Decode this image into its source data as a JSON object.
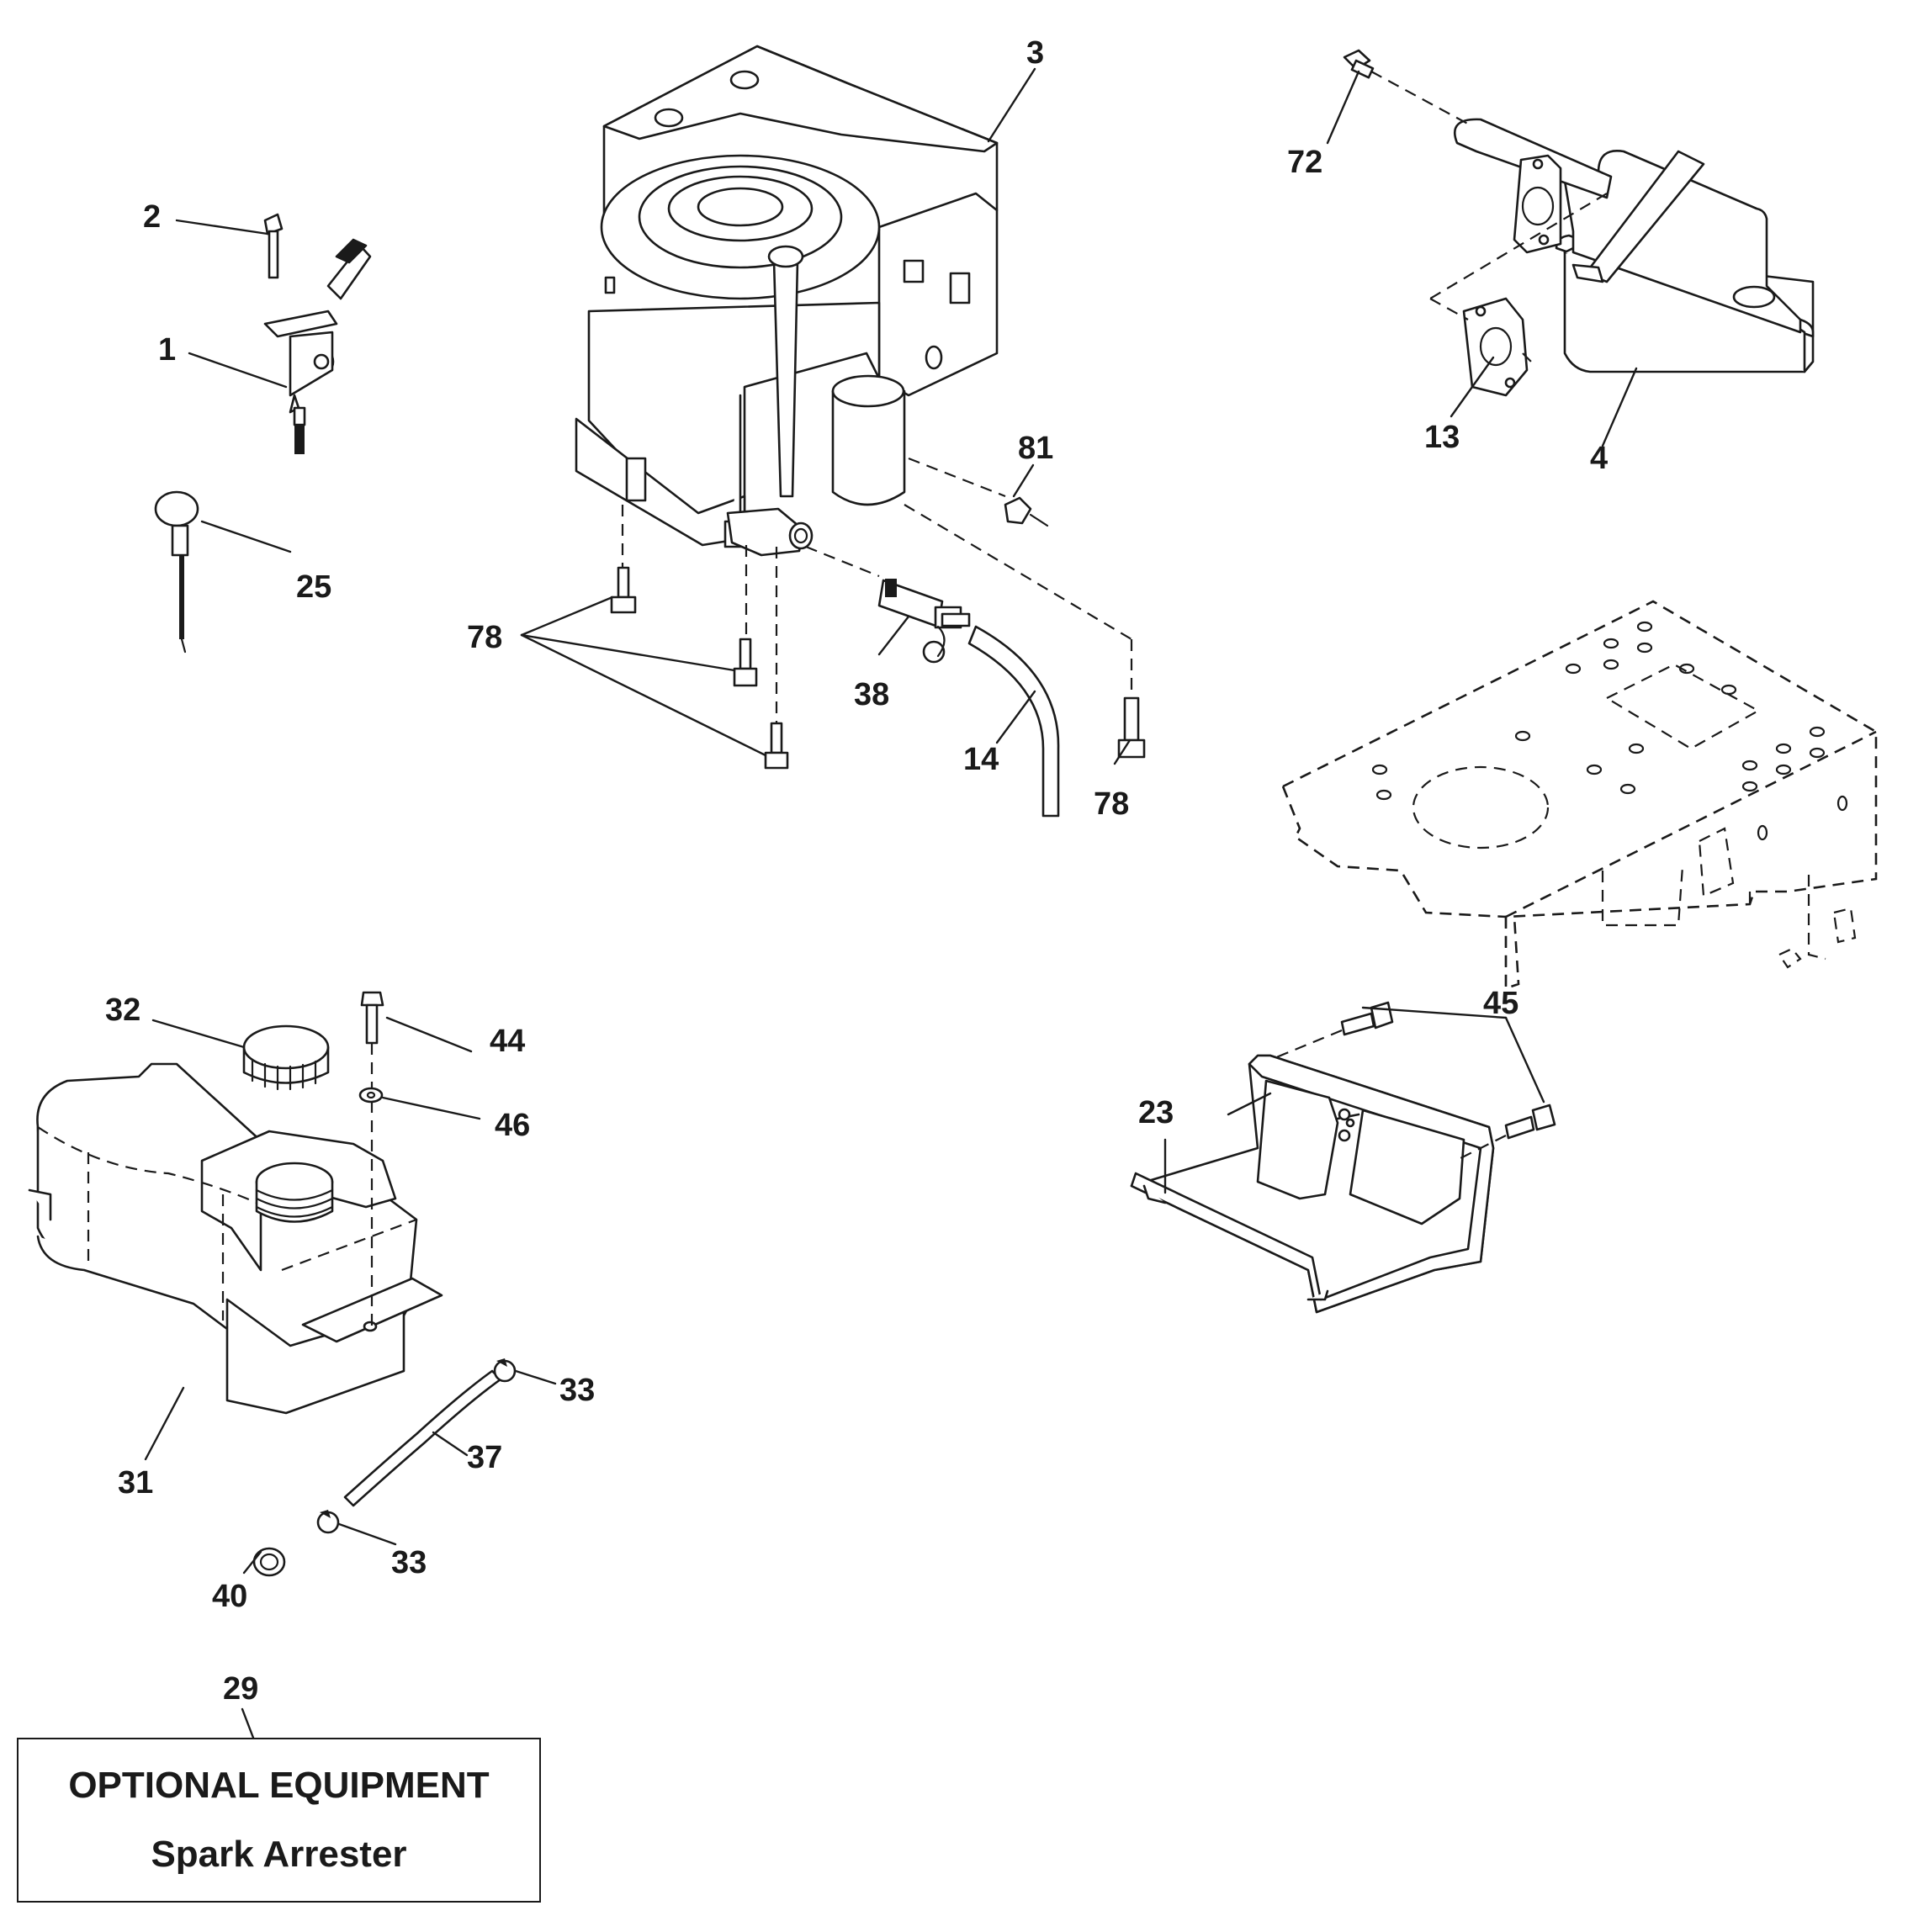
{
  "callouts": {
    "c1": "1",
    "c2": "2",
    "c3": "3",
    "c4": "4",
    "c13": "13",
    "c14": "14",
    "c23": "23",
    "c25": "25",
    "c29": "29",
    "c31": "31",
    "c32": "32",
    "c33a": "33",
    "c33b": "33",
    "c37": "37",
    "c38": "38",
    "c40": "40",
    "c44": "44",
    "c45": "45",
    "c46": "46",
    "c72": "72",
    "c78a": "78",
    "c78b": "78",
    "c81": "81"
  },
  "optional_box": {
    "title": "OPTIONAL EQUIPMENT",
    "subtitle": "Spark Arrester"
  }
}
